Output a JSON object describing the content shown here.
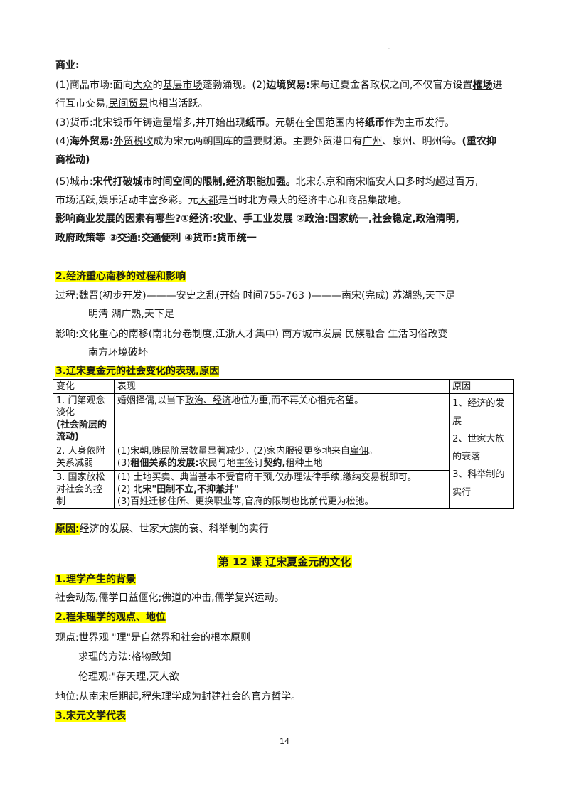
{
  "commerce": {
    "title": "商业:",
    "p1_a": "(1)商品市场:面向",
    "p1_b": "大众",
    "p1_c": "的",
    "p1_d": "基层市场",
    "p1_e": "蓬勃涌现。(2)",
    "p1_f": "边境贸易:",
    "p1_g": "宋与辽夏金各政权之间,不仅官方设置",
    "p1_h": "榷场",
    "p1_i": "进",
    "p1_2a": "行互市交易,",
    "p1_2b": "民间贸易",
    "p1_2c": "也相当活跃。",
    "p3_a": "(3)货币:北宋钱币年铸造量增多,并开始出现",
    "p3_b": "纸币",
    "p3_c": "。元朝在全国范围内将",
    "p3_d": "纸币",
    "p3_e": "作为主币发行。",
    "p4_a": "(4)",
    "p4_b": "海外贸易:",
    "p4_c": "外贸税收",
    "p4_d": "成为宋元两朝国库的重要财源。主要外贸港口有",
    "p4_e": "广州",
    "p4_f": "、泉州、明州等。",
    "p4_g": "(重农抑",
    "p4_2": "商松动)",
    "p5_a": "(5)城市:",
    "p5_b": "宋代打破城市时间空间的限制,经济职能加强。",
    "p5_c": "北宋",
    "p5_d": "东京",
    "p5_e": "和南宋",
    "p5_f": "临安",
    "p5_g": "人口多时均超过百万,",
    "p5_2a": "市场活跃,娱乐活动丰富多彩。元",
    "p5_2b": "大都",
    "p5_2c": "是当时北方最大的经济中心和商品集散地。",
    "factors_1": "影响商业发展的因素有哪些?①经济:农业、手工业发展  ②政治:国家统一,社会稳定,政治清明,",
    "factors_2": "政府政策等  ③交通:交通便利  ④货币:货币统一"
  },
  "section2": {
    "title": "2.经济重心南移的过程和影响",
    "process_1": "过程:魏晋(初步开发)———安史之乱(开始  时间755-763  )———南宋(完成)  苏湖熟,天下足",
    "process_2": "明清    湖广熟,天下足",
    "impact_1": "影响:文化重心的南移(南北分卷制度,江浙人才集中)  南方城市发展    民族融合    生活习俗改变",
    "impact_2": "南方环境破坏"
  },
  "section3": {
    "title": "3.辽宋夏金元的社会变化的表现,原因",
    "headers": [
      "变化",
      "表现",
      "原因"
    ],
    "r1_change_a": "1. 门第观念淡化",
    "r1_change_b": "(社会阶层的流动)",
    "r1_show_a": "婚姻择偶,以当下",
    "r1_show_b": "政治、经济",
    "r1_show_c": "地位为重,而不再关心祖先名望。",
    "reason_1": "1、经济的发展",
    "reason_2": "2、世家大族的衰落",
    "reason_3": "3、科举制的实行",
    "r2_change": "2. 人身依附关系减弱",
    "r2_show_1a": "(1)宋朝,贱民阶层数量显著减少。(2)家内服役更多地来自",
    "r2_show_1b": "雇佣",
    "r2_show_1c": "。",
    "r2_show_2a": "(3)",
    "r2_show_2b": "租佃关系的发展:",
    "r2_show_2c": "农民与地主签订",
    "r2_show_2d": "契约,",
    "r2_show_2e": "租种土地",
    "r3_change": "3. 国家放松对社会的控制",
    "r3_show_1a": "(1) ",
    "r3_show_1b": "土地买卖",
    "r3_show_1c": "、典当基本不受官府干预,仅办理",
    "r3_show_1d": "法律",
    "r3_show_1e": "手续,缴纳",
    "r3_show_1f": "交易税",
    "r3_show_1g": "即可。",
    "r3_show_2a": "(2) ",
    "r3_show_2b": "北宋\"田制不立,不抑兼并\"",
    "r3_show_3": "(3)百姓迁移住所、更换职业等,官府的限制也比前代更为松弛。",
    "cause_label": "原因:",
    "cause_text": "经济的发展、世家大族的衰、科举制的实行"
  },
  "lesson12": {
    "title": "第 12 课    辽宋夏金元的文化",
    "s1_title": "1.理学产生的背景",
    "s1_text": "社会动荡,儒学日益僵化;佛道的冲击,儒学复兴运动。",
    "s2_title": "2.程朱理学的观点、地位",
    "s2_view": "观点:世界观    \"理\"是自然界和社会的根本原则",
    "s2_method": "求理的方法:格物致知",
    "s2_ethics": "伦理观:\"存天理,灭人欲",
    "s2_status": "地位:从南宋后期起,程朱理学成为封建社会的官方哲学。",
    "s3_title": "3.宋元文学代表"
  },
  "page_number": "14"
}
